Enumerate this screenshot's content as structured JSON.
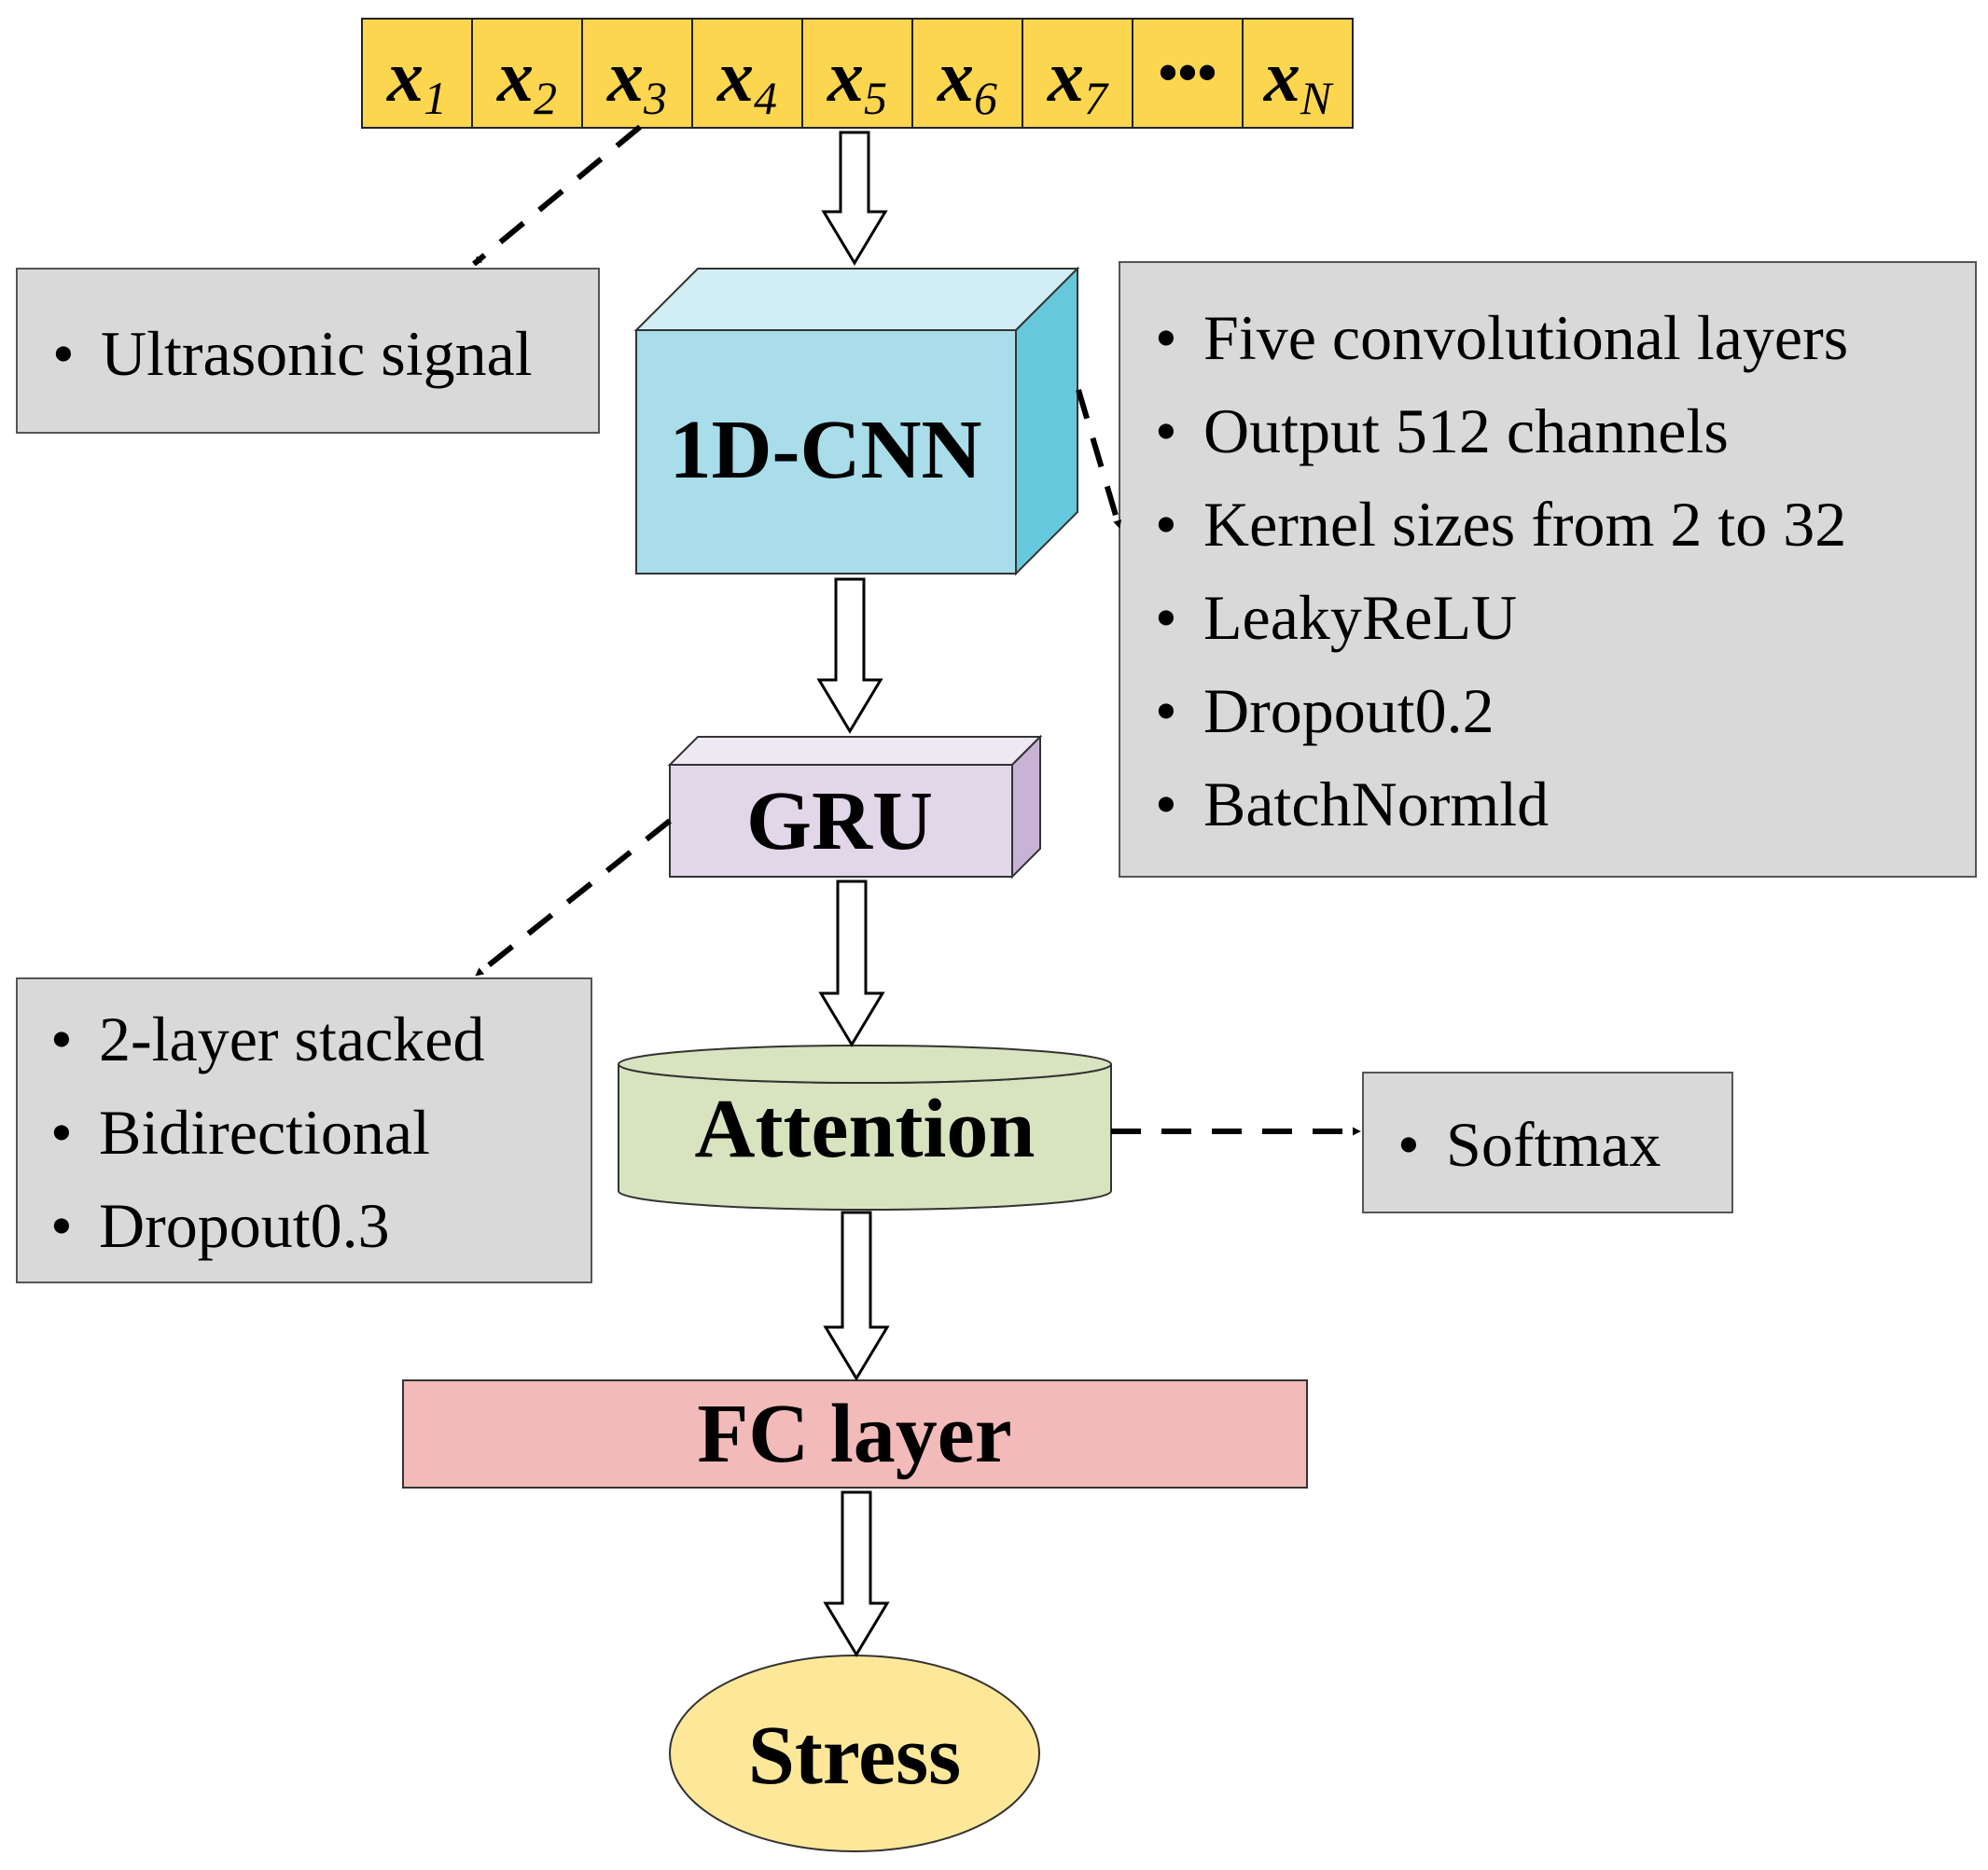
{
  "input_sequence": {
    "cells": [
      {
        "base": "x",
        "sub": "1"
      },
      {
        "base": "x",
        "sub": "2"
      },
      {
        "base": "x",
        "sub": "3"
      },
      {
        "base": "x",
        "sub": "4"
      },
      {
        "base": "x",
        "sub": "5"
      },
      {
        "base": "x",
        "sub": "6"
      },
      {
        "base": "x",
        "sub": "7"
      },
      {
        "base": "•••",
        "sub": ""
      },
      {
        "base": "x",
        "sub": "N"
      }
    ],
    "fill_color": "#fdd650"
  },
  "blocks": {
    "cnn": {
      "label": "1D-CNN",
      "front_color": "#a8dde9",
      "top_color": "#d2eef5",
      "side_color": "#66c8dc"
    },
    "gru": {
      "label": "GRU",
      "front_color": "#e2d7e9",
      "top_color": "#efe9f3",
      "side_color": "#c9b3d4"
    },
    "attention": {
      "label": "Attention",
      "fill_color": "#d7e4bf"
    },
    "fc": {
      "label": "FC layer",
      "fill_color": "#f2bbb9"
    },
    "output": {
      "label": "Stress",
      "fill_color": "#fde89a"
    }
  },
  "notes": {
    "input_note": {
      "items": [
        "Ultrasonic signal"
      ]
    },
    "cnn_note": {
      "items": [
        "Five convolutional layers",
        "Output 512 channels",
        "Kernel sizes from 2 to 32",
        "LeakyReLU",
        "Dropout0.2",
        "BatchNormld"
      ]
    },
    "gru_note": {
      "items": [
        "2-layer stacked",
        "Bidirectional",
        "Dropout0.3"
      ]
    },
    "attention_note": {
      "items": [
        "Softmax"
      ]
    },
    "fill_color": "#d9d9d9",
    "bullet": "•"
  }
}
